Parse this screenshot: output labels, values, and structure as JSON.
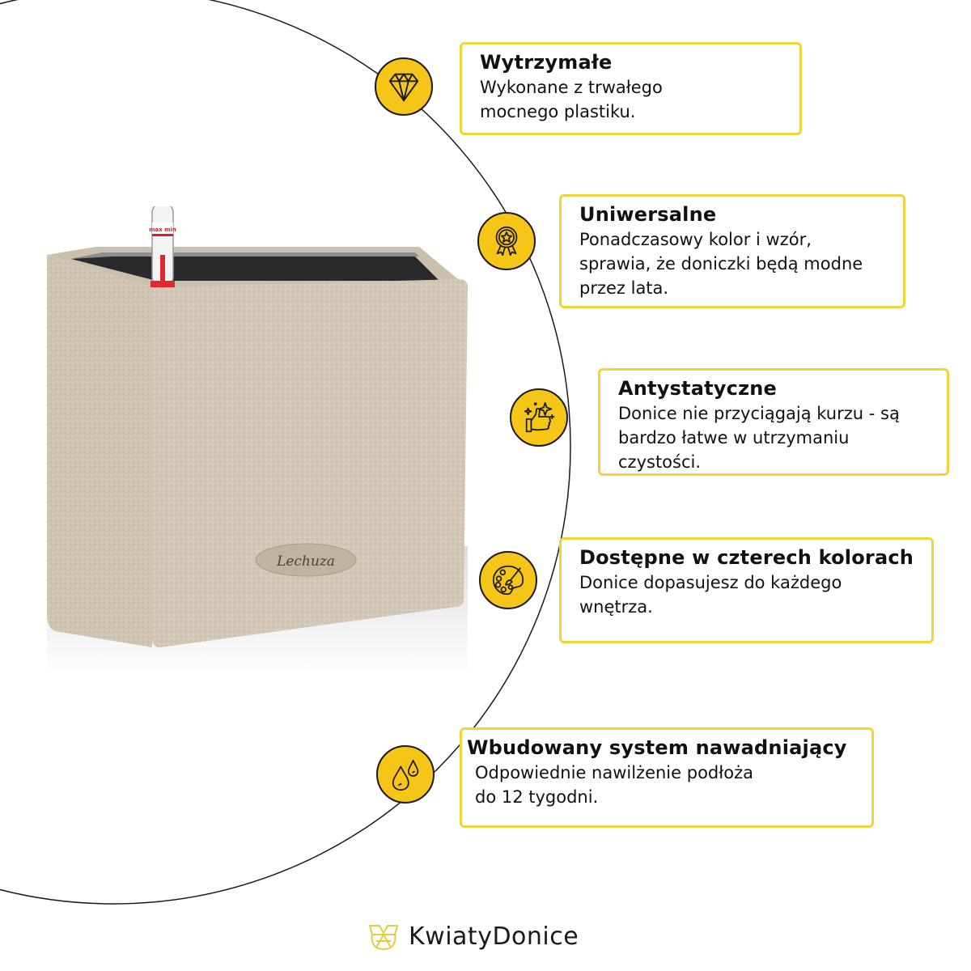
{
  "features": [
    {
      "icon": "diamond-icon",
      "title": "Wytrzymałe",
      "lines": [
        "Wykonane z trwałego",
        "mocnego plastiku."
      ]
    },
    {
      "icon": "award-badge-icon",
      "title": "Uniwersalne",
      "lines": [
        "Ponadczasowy kolor i wzór,",
        "sprawia, że doniczki będą modne",
        "przez lata."
      ]
    },
    {
      "icon": "thumbs-up-sparkle-icon",
      "title": "Antystatyczne",
      "lines": [
        "Donice nie przyciągają kurzu - są",
        "bardzo łatwe w utrzymaniu",
        "czystości."
      ]
    },
    {
      "icon": "palette-icon",
      "title": "Dostępne w czterech kolorach",
      "lines": [
        "Donice dopasujesz do każdego",
        "wnętrza."
      ]
    },
    {
      "icon": "water-drops-icon",
      "title": "Wbudowany system nawadniający",
      "lines": [
        "Odpowiednie nawilżenie podłoża",
        "do 12 tygodni."
      ]
    }
  ],
  "product": {
    "logo_text": "Lechuza",
    "indicator_text": "max min"
  },
  "footer": {
    "brand": "KwiatyDonice"
  },
  "colors": {
    "accent": "#f5c518",
    "card_border": "#f2d339",
    "planter": "#d6cbbb",
    "text": "#111111"
  }
}
